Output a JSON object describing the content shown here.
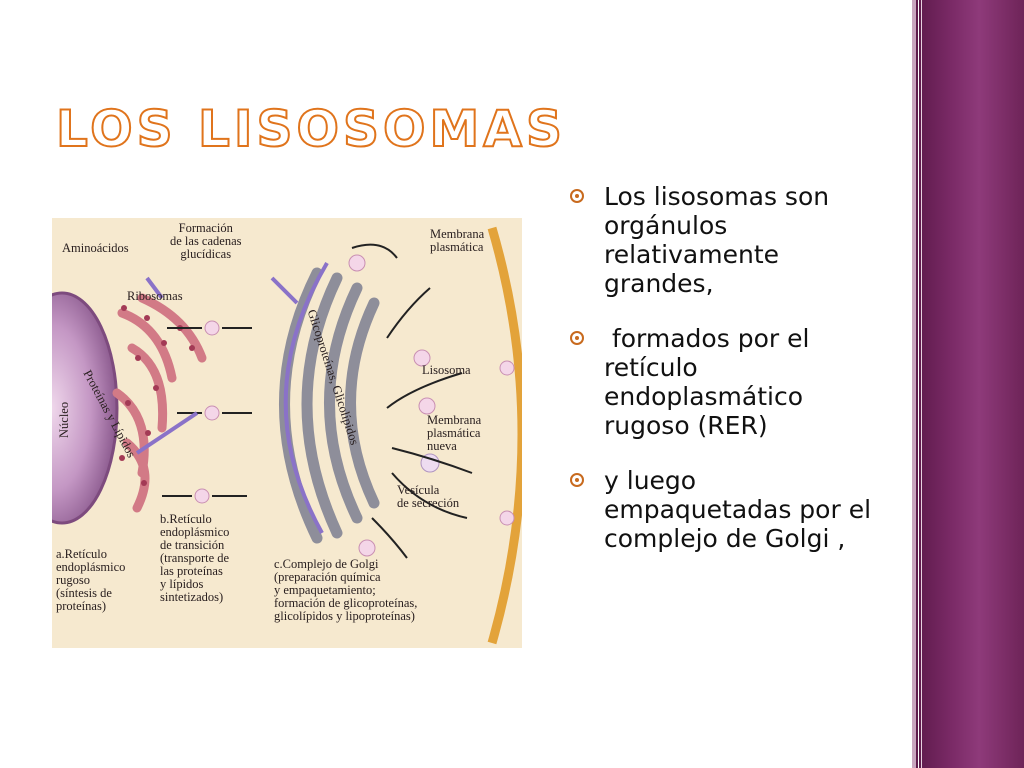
{
  "slide": {
    "title": "Los lisosomas",
    "colors": {
      "title_outline": "#e0741c",
      "side_band": "#7a2a66",
      "bullet": "#c86a1e"
    }
  },
  "figure": {
    "labels": {
      "aminoacidos": "Aminoácidos",
      "formacion": "Formación\nde las cadenas\nglucídicas",
      "membrana_plasmatica": "Membrana\nplasmática",
      "ribosomas": "Ribosomas",
      "proteinas_lipidos": "Proteínas y Lípidos",
      "glicoproteinas": "Glicoproteínas, Glicolípidos",
      "nucleo": "Núcleo",
      "lisosoma": "Lisosoma",
      "membrana_nueva": "Membrana\nplasmática\nnueva",
      "vesicula": "Vesícula\nde secreción",
      "reticulo_transicion": "b.Retículo\nendoplásmico\nde transición\n(transporte de\nlas proteínas\ny lípidos\nsintetizados)",
      "reticulo_rugoso": "a.Retículo\nendoplásmico\nrugoso\n(síntesis de\nproteínas)",
      "golgi": "c.Complejo de Golgi\n(preparación química\ny empaquetamiento;\nformación de glicoproteínas,\nglicolípidos y lipoproteínas)"
    }
  },
  "bullets": [
    {
      "text": "Los lisosomas son orgánulos relativamente grandes,"
    },
    {
      "text": " formados por el retículo endoplasmático rugoso (RER)"
    },
    {
      "text": "y luego empaquetadas por el complejo de Golgi ,"
    }
  ]
}
